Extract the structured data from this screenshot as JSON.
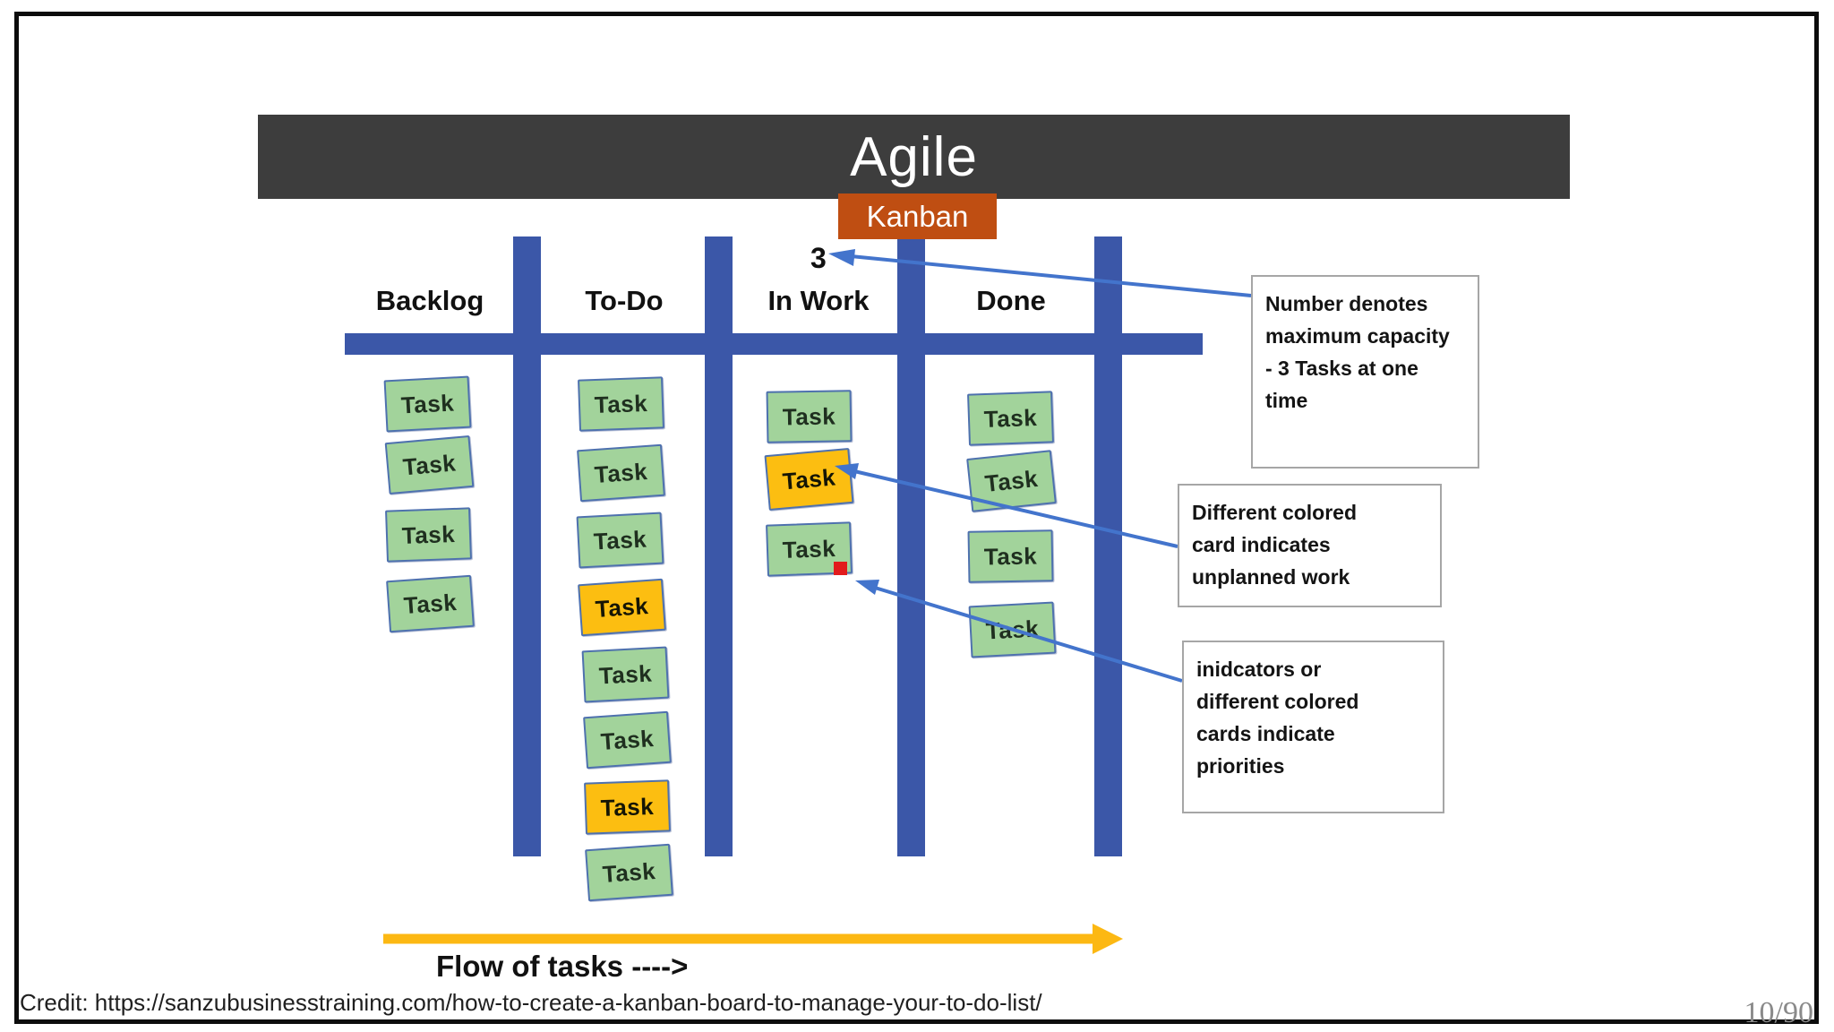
{
  "slide": {
    "title": "Agile",
    "badge": "Kanban",
    "board": {
      "wip_limit_label": "3",
      "card_label": "Task",
      "flow_label": "Flow of tasks ---->",
      "columns": [
        {
          "label": "Backlog",
          "cards": [
            "green",
            "green",
            "green",
            "green"
          ]
        },
        {
          "label": "To-Do",
          "cards": [
            "green",
            "green",
            "green",
            "orange",
            "green",
            "green",
            "orange",
            "green"
          ]
        },
        {
          "label": "In Work",
          "cards": [
            "green",
            "orange",
            "green-with-red-flag"
          ]
        },
        {
          "label": "Done",
          "cards": [
            "green",
            "green",
            "green",
            "green"
          ]
        }
      ]
    },
    "annotations": [
      {
        "text": "Number denotes maximum capacity - 3 Tasks at one time"
      },
      {
        "text": "Different colored card indicates unplanned work"
      },
      {
        "text": "inidcators or different colored cards indicate priorities"
      }
    ],
    "credit": "Credit: https://sanzubusinesstraining.com/how-to-create-a-kanban-board-to-manage-your-to-do-list/",
    "page_number": "10/90"
  },
  "palette": {
    "header_bar_gray": "#3d3d3d",
    "banner_orange": "#bf4e12",
    "board_blue": "#3b57a8",
    "connector_arrow_blue": "#4374cc",
    "card_green": "#a2d39b",
    "card_orange": "#fcbe11",
    "card_border_blue": "#4e71ae",
    "priority_flag_red": "#e21b1c",
    "flow_arrow_yellow": "#fcb813"
  }
}
